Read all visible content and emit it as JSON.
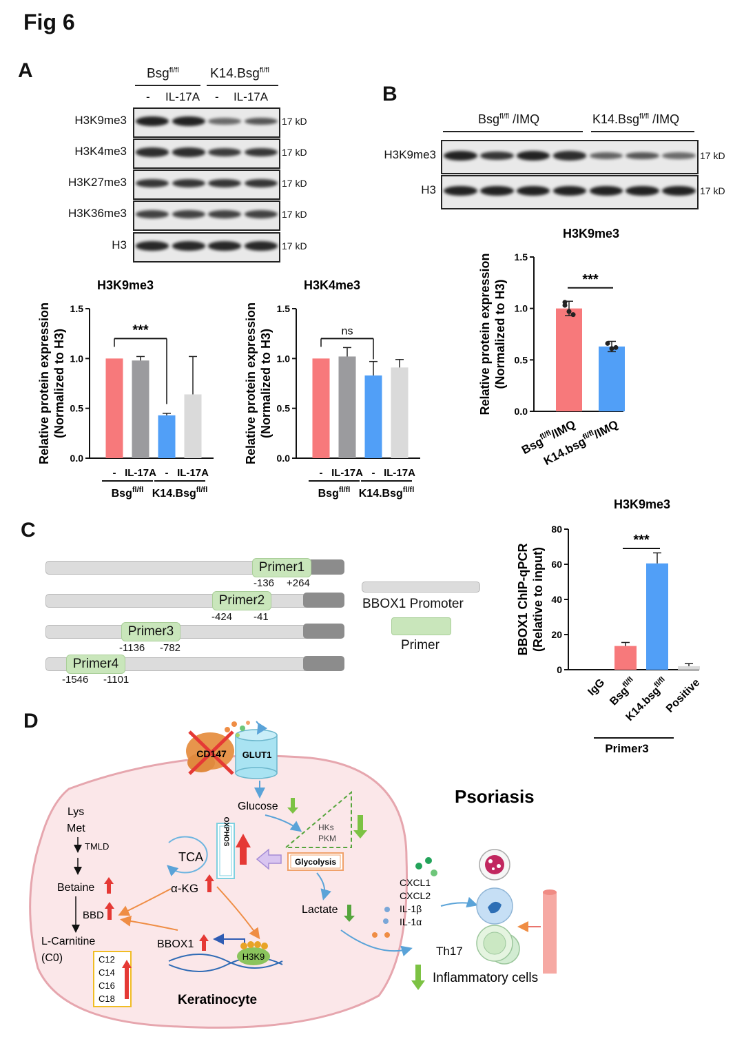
{
  "figure_title": "Fig 6",
  "panels": {
    "A": "A",
    "B": "B",
    "C": "C",
    "D": "D"
  },
  "panelA": {
    "group1": "Bsg",
    "group1_sup": "fl/fl",
    "group2": "K14.Bsg",
    "group2_sup": "fl/fl",
    "lanes": [
      "-",
      "IL-17A",
      "-",
      "IL-17A"
    ],
    "blots": [
      {
        "name": "H3K9me3",
        "kd": "17 kD",
        "intensity": [
          1.0,
          1.0,
          0.45,
          0.6
        ]
      },
      {
        "name": "H3K4me3",
        "kd": "17 kD",
        "intensity": [
          0.9,
          0.9,
          0.8,
          0.85
        ]
      },
      {
        "name": "H3K27me3",
        "kd": "17 kD",
        "intensity": [
          0.85,
          0.85,
          0.85,
          0.85
        ]
      },
      {
        "name": "H3K36me3",
        "kd": "17 kD",
        "intensity": [
          0.75,
          0.75,
          0.75,
          0.75
        ]
      },
      {
        "name": "H3",
        "kd": "17 kD",
        "intensity": [
          0.95,
          0.95,
          0.95,
          0.95
        ]
      }
    ]
  },
  "panelB": {
    "group1": "Bsg",
    "group1_sup": "fl/fl",
    "group1_suffix": " /IMQ",
    "group2": "K14.Bsg",
    "group2_sup": "fl/fl",
    "group2_suffix": " /IMQ",
    "blots": [
      {
        "name": "H3K9me3",
        "kd": "17 kD",
        "intensity": [
          1.0,
          0.85,
          1.0,
          0.9,
          0.5,
          0.6,
          0.45
        ]
      },
      {
        "name": "H3",
        "kd": "17 kD",
        "intensity": [
          1.0,
          1.0,
          1.0,
          1.0,
          1.0,
          1.0,
          1.0
        ]
      }
    ]
  },
  "panelC": {
    "primers": [
      {
        "label": "Primer1",
        "start": "-136",
        "end": "+264"
      },
      {
        "label": "Primer2",
        "start": "-424",
        "end": "-41"
      },
      {
        "label": "Primer3",
        "start": "-1136",
        "end": "-782"
      },
      {
        "label": "Primer4",
        "start": "-1546",
        "end": "-1101"
      }
    ],
    "legend_promoter": "BBOX1 Promoter",
    "legend_primer": "Primer"
  },
  "chart_data": [
    {
      "type": "bar",
      "title": "H3K9me3",
      "ylabel": "Relative protein expression",
      "ylabel2": "(Normalized to H3)",
      "ylim": [
        0,
        1.5
      ],
      "yticks": [
        "0.0",
        "0.5",
        "1.0",
        "1.5"
      ],
      "categories": [
        "-",
        "IL-17A",
        "-",
        "IL-17A"
      ],
      "groups": [
        "Bsg",
        "K14.Bsg"
      ],
      "group_sup": "fl/fl",
      "values": [
        1.0,
        0.98,
        0.43,
        0.64
      ],
      "errors": [
        0,
        0.04,
        0.02,
        0.38
      ],
      "colors": [
        "#f7797b",
        "#9b9b9e",
        "#519ff7",
        "#dadada"
      ],
      "significance": "***"
    },
    {
      "type": "bar",
      "title": "H3K4me3",
      "ylabel": "Relative protein expression",
      "ylabel2": "(Normalized to H3)",
      "ylim": [
        0,
        1.5
      ],
      "yticks": [
        "0.0",
        "0.5",
        "1.0",
        "1.5"
      ],
      "categories": [
        "-",
        "IL-17A",
        "-",
        "IL-17A"
      ],
      "groups": [
        "Bsg",
        "K14.Bsg"
      ],
      "group_sup": "fl/fl",
      "values": [
        1.0,
        1.02,
        0.83,
        0.91
      ],
      "errors": [
        0,
        0.09,
        0.14,
        0.08
      ],
      "colors": [
        "#f7797b",
        "#9b9b9e",
        "#519ff7",
        "#dadada"
      ],
      "significance": "ns"
    },
    {
      "type": "bar",
      "title": "H3K9me3",
      "ylabel": "Relative protein expression",
      "ylabel2": "(Normalized to H3)",
      "ylim": [
        0,
        1.5
      ],
      "yticks": [
        "0.0",
        "0.5",
        "1.0",
        "1.5"
      ],
      "categories": [
        "Bsg",
        "K14.bsg"
      ],
      "cat_sup": "fl/fl",
      "cat_suffix": "/IMQ",
      "values": [
        1.0,
        0.63
      ],
      "errors": [
        0.07,
        0.05
      ],
      "points": [
        [
          1.06,
          0.97,
          0.94,
          1.03
        ],
        [
          0.66,
          0.61,
          0.62
        ]
      ],
      "colors": [
        "#f7797b",
        "#519ff7"
      ],
      "significance": "***"
    },
    {
      "type": "bar",
      "title": "H3K9me3",
      "ylabel": "BBOX1 ChIP-qPCR",
      "ylabel2": "(Relative to input)",
      "ylim": [
        0,
        80
      ],
      "yticks": [
        "0",
        "20",
        "40",
        "60",
        "80"
      ],
      "categories": [
        "IgG",
        "Bsg",
        "K14.bsg",
        "Positive"
      ],
      "cat_sup": "fl/fl",
      "values": [
        0,
        13.5,
        60.5,
        2.0
      ],
      "errors": [
        0,
        2.0,
        6.0,
        1.5
      ],
      "colors": [
        "#f7797b",
        "#f7797b",
        "#519ff7",
        "#dadada"
      ],
      "group_label": "Primer3",
      "significance": "***"
    }
  ],
  "panelD": {
    "title": "Psoriasis",
    "cell_label": "Keratinocyte",
    "cd147": "CD147",
    "glut1": "GLUT1",
    "glucose": "Glucose",
    "hks": "HKs",
    "pkm": "PKM",
    "glycolysis": "Glycolysis",
    "lactate": "Lactate",
    "tca": "TCA",
    "oxphos": "OXPHOS",
    "akg": "α-KG",
    "bbox1": "BBOX1",
    "h3k9": "H3K9",
    "lys": "Lys",
    "met": "Met",
    "tmld": "TMLD",
    "betaine": "Betaine",
    "bbd": "BBD",
    "lcarnitine": "L-Carnitine",
    "c0": "(C0)",
    "acyl": [
      "C12",
      "C14",
      "C16",
      "C18"
    ],
    "cytokines": [
      "CXCL1",
      "CXCL2",
      "IL-1β",
      "IL-1α"
    ],
    "th17": "Th17",
    "inflammatory": "Inflammatory cells"
  }
}
